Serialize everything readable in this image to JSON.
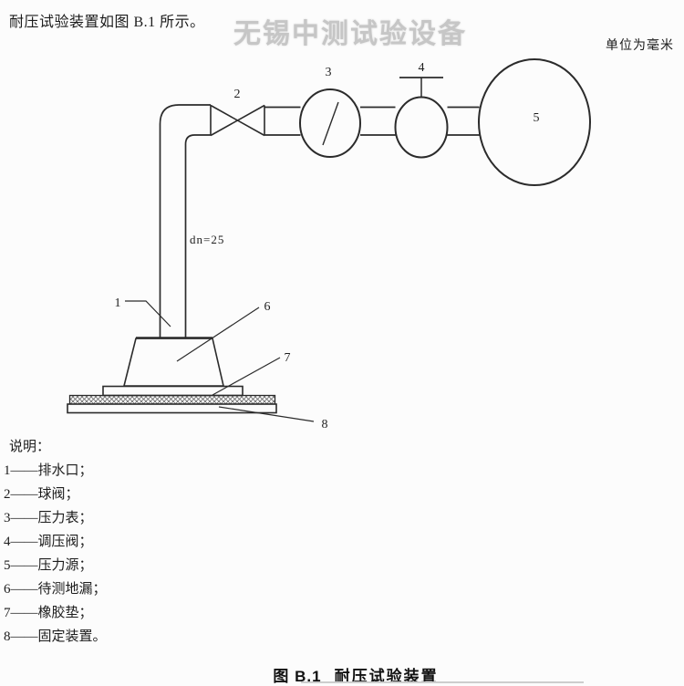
{
  "page": {
    "intro": "耐压试验装置如图 B.1 所示。",
    "watermark": "无锡中测试验设备",
    "units_note": "单位为毫米",
    "caption_prefix": "图 B.1",
    "caption_title": "耐压试验装置"
  },
  "diagram": {
    "pipe_size_label": "dn=25",
    "part_labels": [
      "1",
      "2",
      "3",
      "4",
      "5",
      "6",
      "7",
      "8"
    ]
  },
  "legend": {
    "title": "说明：",
    "items": [
      "1——排水口；",
      "2——球阀；",
      "3——压力表；",
      "4——调压阀；",
      "5——压力源；",
      "6——待测地漏；",
      "7——橡胶垫；",
      "8——固定装置。"
    ]
  },
  "colors": {
    "line": "#2b2b2b",
    "watermark": "#c6c6c6",
    "text": "#1c1c1c"
  }
}
